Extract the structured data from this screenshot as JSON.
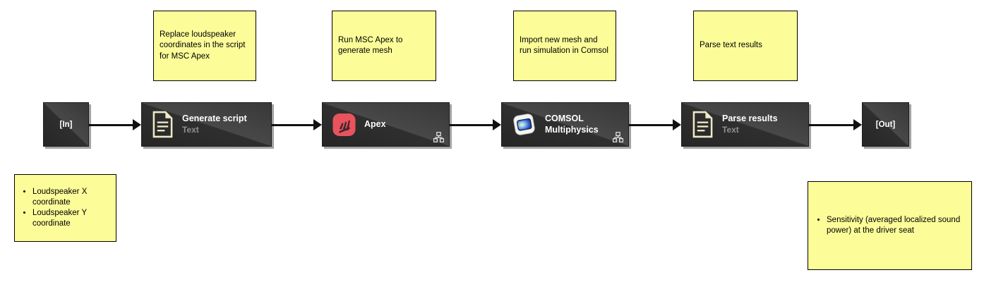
{
  "workflow": {
    "nodes": [
      {
        "id": "in",
        "label": "[In]"
      },
      {
        "id": "generate-script",
        "title": "Generate script",
        "subtitle": "Text",
        "icon": "document-icon"
      },
      {
        "id": "apex",
        "title": "Apex",
        "icon": "msc-apex-icon",
        "badge_icon": "network-subprocess-icon"
      },
      {
        "id": "comsol",
        "title": "COMSOL Multiphysics",
        "icon": "comsol-icon",
        "badge_icon": "network-subprocess-icon"
      },
      {
        "id": "parse-results",
        "title": "Parse results",
        "subtitle": "Text",
        "icon": "document-icon"
      },
      {
        "id": "out",
        "label": "[Out]"
      }
    ],
    "sticky_notes": [
      {
        "text": "Replace loudspeaker coordinates in the script for MSC Apex"
      },
      {
        "text": "Run MSC Apex to generate mesh"
      },
      {
        "text": "Import new mesh and run simulation in Comsol"
      },
      {
        "text": "Parse text results"
      }
    ],
    "input_note": {
      "items": [
        "Loudspeaker X coordinate",
        "Loudspeaker Y coordinate"
      ]
    },
    "output_note": {
      "items": [
        "Sensitivity (averaged localized sound power) at the driver seat"
      ]
    },
    "colors": {
      "canvas_background": "#FFFFFF",
      "note_fill": "#FCFC99",
      "note_border": "#000000",
      "node_fill_dark": "#2B2B2B",
      "node_fill_light": "#474747",
      "node_title": "#FFFFFF",
      "node_subtitle": "#8F8F8F",
      "document_icon_cream": "#EFE9C8",
      "apex_icon_red": "#E9535E",
      "comsol_screen_blue": "#2B5BC7",
      "arrow_color": "#111111"
    }
  }
}
